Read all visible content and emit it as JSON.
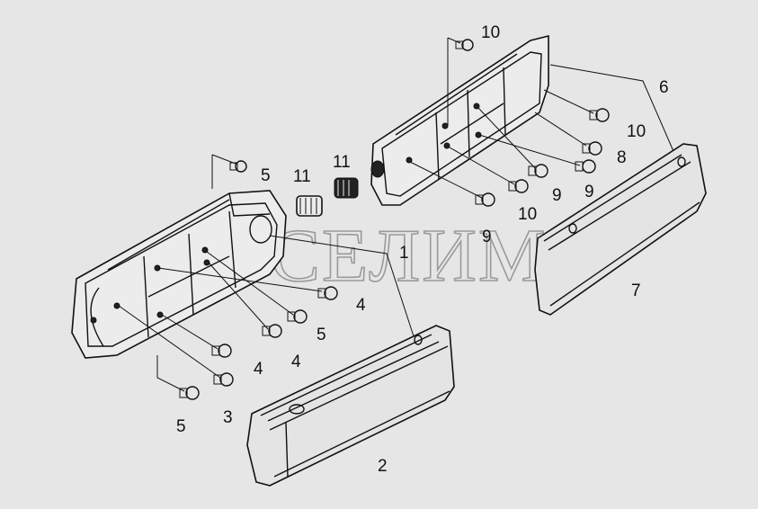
{
  "watermark": "СЕЛИМ",
  "callouts": {
    "c1": "1",
    "c2": "2",
    "c3": "3",
    "c4a": "4",
    "c4b": "4",
    "c4c": "4",
    "c5a": "5",
    "c5b": "5",
    "c5c": "5",
    "c6": "6",
    "c7": "7",
    "c8": "8",
    "c9a": "9",
    "c9b": "9",
    "c9c": "9",
    "c10a": "10",
    "c10b": "10",
    "c10c": "10",
    "c11a": "11",
    "c11b": "11"
  }
}
